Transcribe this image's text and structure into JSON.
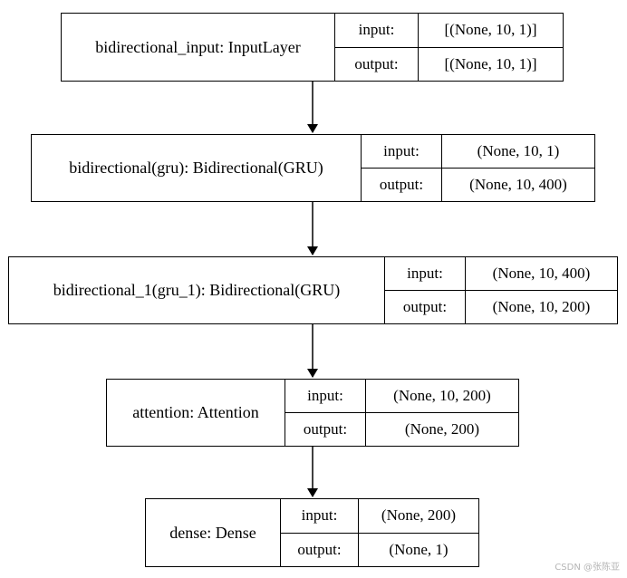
{
  "nodes": [
    {
      "name": "bidirectional_input: InputLayer",
      "input_label": "input:",
      "output_label": "output:",
      "input": "[(None, 10, 1)]",
      "output": "[(None, 10, 1)]"
    },
    {
      "name": "bidirectional(gru): Bidirectional(GRU)",
      "input_label": "input:",
      "output_label": "output:",
      "input": "(None, 10, 1)",
      "output": "(None, 10, 400)"
    },
    {
      "name": "bidirectional_1(gru_1): Bidirectional(GRU)",
      "input_label": "input:",
      "output_label": "output:",
      "input": "(None, 10, 400)",
      "output": "(None, 10, 200)"
    },
    {
      "name": "attention: Attention",
      "input_label": "input:",
      "output_label": "output:",
      "input": "(None, 10, 200)",
      "output": "(None, 200)"
    },
    {
      "name": "dense: Dense",
      "input_label": "input:",
      "output_label": "output:",
      "input": "(None, 200)",
      "output": "(None, 1)"
    }
  ],
  "edges": [
    {
      "from": 0,
      "to": 1
    },
    {
      "from": 1,
      "to": 2
    },
    {
      "from": 2,
      "to": 3
    },
    {
      "from": 3,
      "to": 4
    }
  ],
  "watermark": "CSDN @张陈亚"
}
